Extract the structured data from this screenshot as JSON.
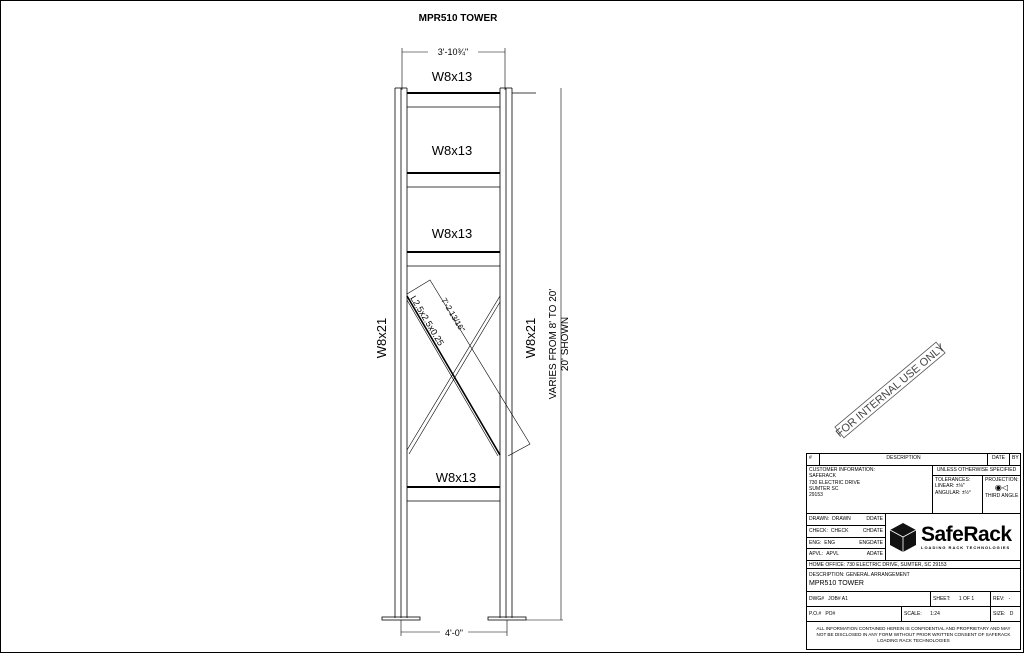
{
  "title": "MPR510 TOWER",
  "drawing": {
    "top_width_dim": "3'-10¾\"",
    "bottom_width_dim": "4'-0\"",
    "height_dim_line1": "VARIES FROM 8' TO 20'",
    "height_dim_line2": "20' SHOWN",
    "beams": [
      "W8x13",
      "W8x13",
      "W8x13",
      "W8x13"
    ],
    "columns": [
      "W8x21",
      "W8x21"
    ],
    "brace_label": "L2.5x2.5x0.25",
    "brace_dim": "7'-2 13/16\"",
    "watermark": "FOR INTERNAL USE ONLY"
  },
  "title_block": {
    "rev_header": {
      "num": "#",
      "description": "DESCRIPTION",
      "date": "DATE",
      "by": "BY"
    },
    "customer": {
      "heading": "CUSTOMER INFORMATION:",
      "name": "SAFERACK",
      "street": "730 ELECTRIC DRIVE",
      "city": "SUMTER SC",
      "zip": "29153"
    },
    "unless": "UNLESS OTHERWISE SPECIFIED",
    "tolerances": {
      "heading": "TOLERANCES:",
      "linear_label": "LINEAR:",
      "linear_value": "±⅛\"",
      "angular_label": "ANGULAR:",
      "angular_value": "±½°"
    },
    "projection": {
      "heading": "PROJECTION:",
      "type": "THIRD ANGLE"
    },
    "signoffs": [
      {
        "label": "DRAWN:",
        "value": "DRAWN",
        "date": "DDATE"
      },
      {
        "label": "CHECK:",
        "value": "CHECK",
        "date": "CHDATE"
      },
      {
        "label": "ENG:",
        "value": "ENG",
        "date": "ENGDATE"
      },
      {
        "label": "APVL:",
        "value": "APVL",
        "date": "ADATE"
      }
    ],
    "logo": {
      "name": "SafeRack",
      "tagline": "LOADING RACK TECHNOLOGIES"
    },
    "home_office": "HOME OFFICE: 730 ELECTRIC DRIVE, SUMTER, SC 29153",
    "description_label": "DESCRIPTION: GENERAL ARRANGEMENT",
    "description_value": "MPR510 TOWER",
    "dwg_label": "DWG#",
    "dwg_value": "JOB# A1",
    "sheet_label": "SHEET:",
    "sheet_value": "1 OF 1",
    "rev_label": "REV:",
    "rev_value": "-",
    "po_label": "P.O.#",
    "po_value": "PO#",
    "scale_label": "SCALE:",
    "scale_value": "1:24",
    "size_label": "SIZE:",
    "size_value": "D",
    "disclaimer": "ALL INFORMATION CONTAINED HEREIN IS CONFIDENTIAL AND PROPRIETARY AND MAY NOT BE DISCLOSED IN ANY FORM WITHOUT PRIOR WRITTEN CONSENT OF SAFERACK LOADING RACK TECHNOLOGIES"
  }
}
